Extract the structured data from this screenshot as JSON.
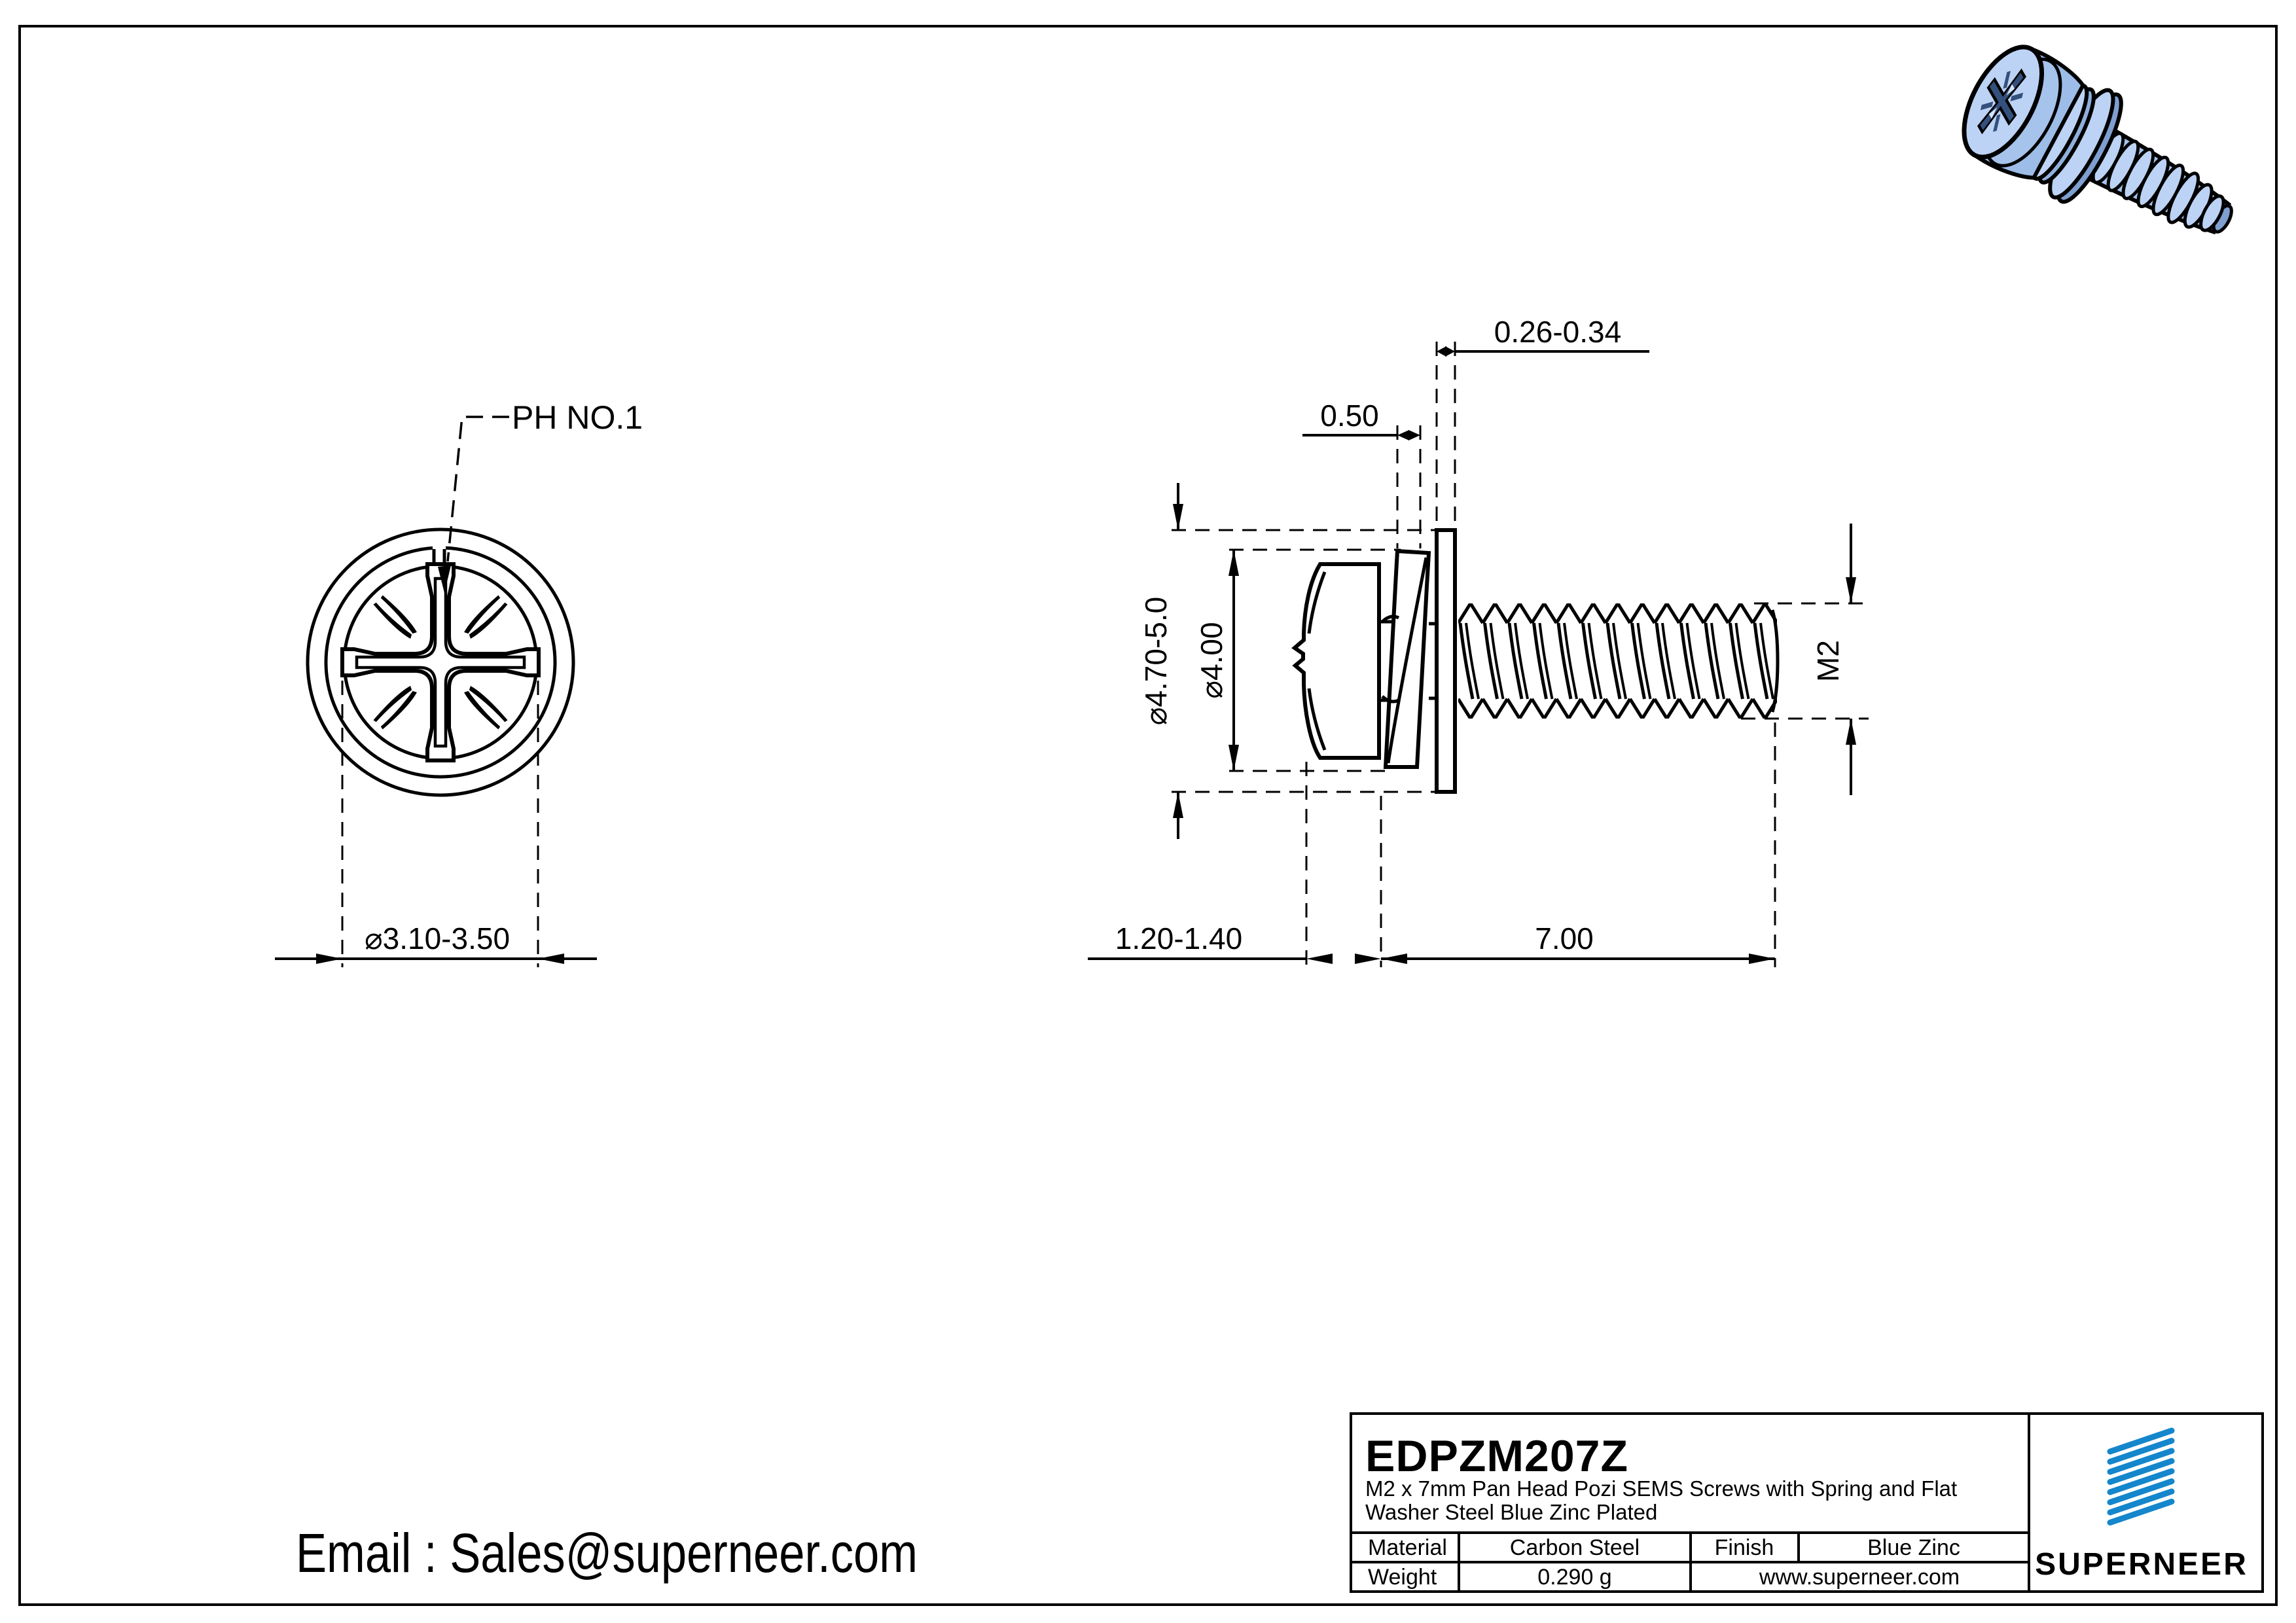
{
  "front_view": {
    "ph_label": "PH NO.1",
    "recess_diameter": "⌀3.10-3.50"
  },
  "side_view": {
    "flat_washer_thickness": "0.26-0.34",
    "spring_washer_thickness": "0.50",
    "flat_washer_od": "⌀4.70-5.0",
    "head_od": "⌀4.00",
    "head_height": "1.20-1.40",
    "thread_length": "7.00",
    "thread_size": "M2"
  },
  "contact": {
    "email": "Email : Sales@superneer.com"
  },
  "title_block": {
    "part_number": "EDPZM207Z",
    "description_line1": "M2 x 7mm Pan Head Pozi SEMS Screws with Spring and Flat",
    "description_line2": "Washer Steel Blue Zinc Plated",
    "material_label": "Material",
    "material_value": "Carbon Steel",
    "finish_label": "Finish",
    "finish_value": "Blue Zinc",
    "weight_label": "Weight",
    "weight_value": "0.290 g",
    "website": "www.superneer.com",
    "brand": "SUPERNEER",
    "brand_color": "#1486cc",
    "link_color": "#1b8fe0"
  },
  "render_colors": {
    "light": "#bdd3f5",
    "mid": "#a6c3ec",
    "band": "#9dbce8",
    "shade": "#7e9fd0",
    "recess": "#34507c"
  }
}
